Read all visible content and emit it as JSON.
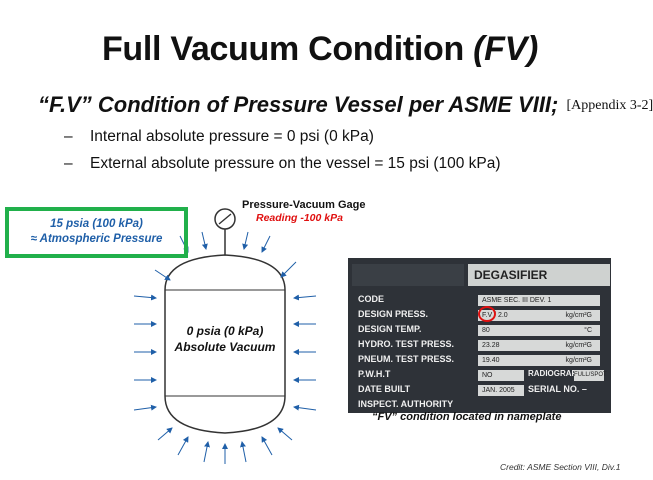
{
  "slide": {
    "title_main": "Full Vacuum Condition ",
    "title_emph": "(FV)",
    "subtitle": "“F.V” Condition of Pressure Vessel per ASME VIII;",
    "subtitle_ref": "[Appendix 3-2]",
    "bullets": [
      "Internal absolute pressure = 0 psi (0 kPa)",
      "External absolute pressure on the vessel = 15 psi (100 kPa)"
    ],
    "bullet_dash": "–"
  },
  "diagram": {
    "callout_line1": "15 psia (100 kPa)",
    "callout_line2": "≈ Atmospheric Pressure",
    "gage_label": "Pressure-Vacuum Gage",
    "gage_reading": "Reading -100 kPa",
    "vessel_line1": "0 psia (0 kPa)",
    "vessel_line2": "Absolute Vacuum",
    "accent_color": "#21b04b",
    "reading_color": "#e01010",
    "label_color": "#1f5fa8"
  },
  "nameplate": {
    "header": "DEGASIFIER",
    "rows": [
      {
        "label": "CODE",
        "value": "ASME SEC. III DEV. 1",
        "unit": ""
      },
      {
        "label": "DESIGN PRESS.",
        "value": "F.V / 2.0",
        "unit": "kg/cm²G"
      },
      {
        "label": "DESIGN TEMP.",
        "value": "80",
        "unit": "°C"
      },
      {
        "label": "HYDRO. TEST PRESS.",
        "value": "23.28",
        "unit": "kg/cm²G"
      },
      {
        "label": "PNEUM. TEST PRESS.",
        "value": "19.40",
        "unit": "kg/cm²G"
      },
      {
        "label": "P.W.H.T",
        "value": "NO",
        "unit": ""
      },
      {
        "label": "DATE BUILT",
        "value": "JAN. 2005",
        "unit": ""
      },
      {
        "label": "INSPECT. AUTHORITY",
        "value": "",
        "unit": ""
      }
    ],
    "radiograph_label": "RADIOGRAPH",
    "radiograph_value": "FULL/SPOT",
    "serial_label": "SERIAL NO.",
    "serial_value": "–",
    "caption": "“FV” condition located in nameplate"
  },
  "credit": "Credit: ASME Section VIII, Div.1"
}
